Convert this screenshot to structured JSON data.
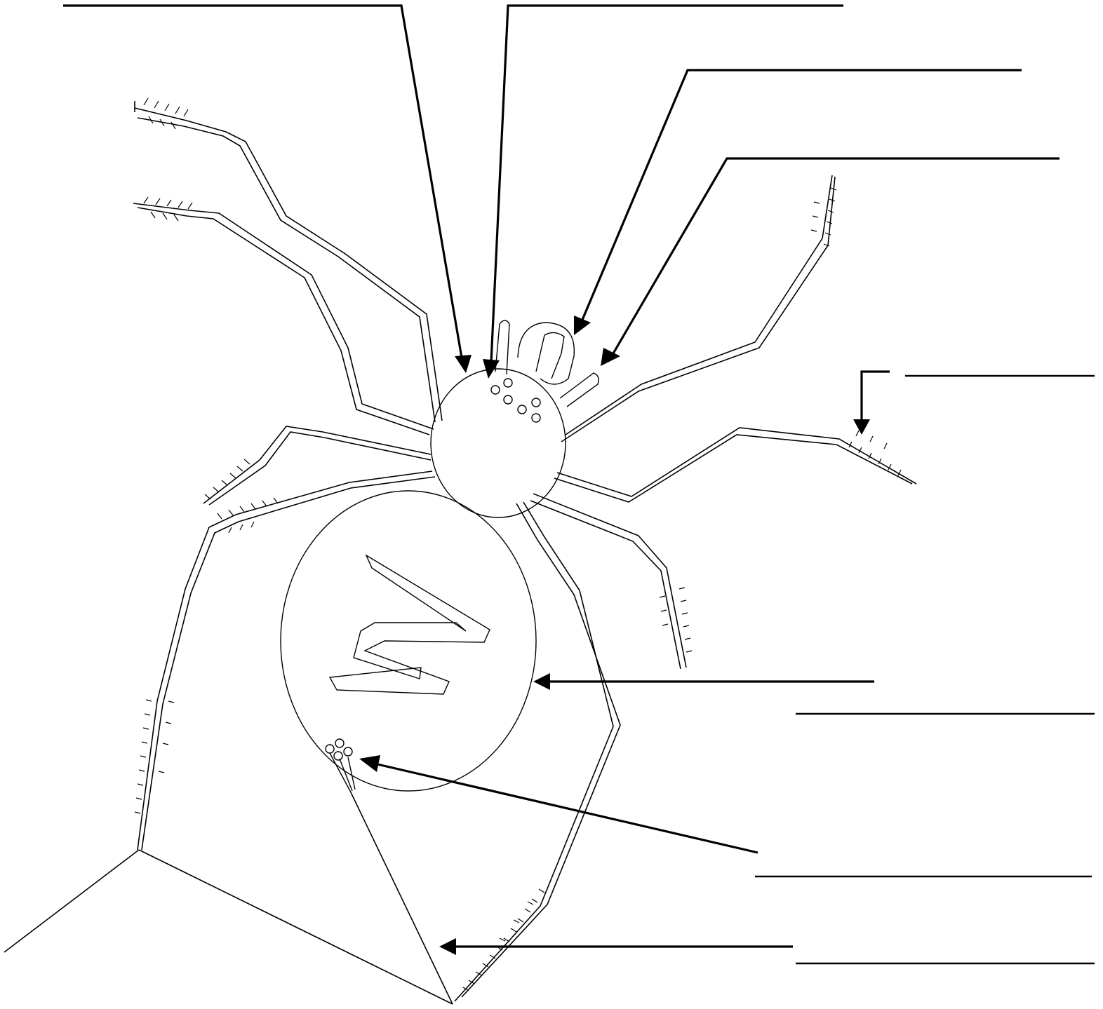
{
  "diagram": {
    "subject": "",
    "labels": [
      {
        "id": "label-1",
        "text": ""
      },
      {
        "id": "label-2",
        "text": ""
      },
      {
        "id": "label-3",
        "text": ""
      },
      {
        "id": "label-4",
        "text": ""
      },
      {
        "id": "label-5",
        "text": ""
      },
      {
        "id": "label-6",
        "text": ""
      },
      {
        "id": "label-7",
        "text": ""
      },
      {
        "id": "label-8",
        "text": ""
      }
    ],
    "colors": {
      "ink": "#000000",
      "background": "#ffffff"
    }
  }
}
